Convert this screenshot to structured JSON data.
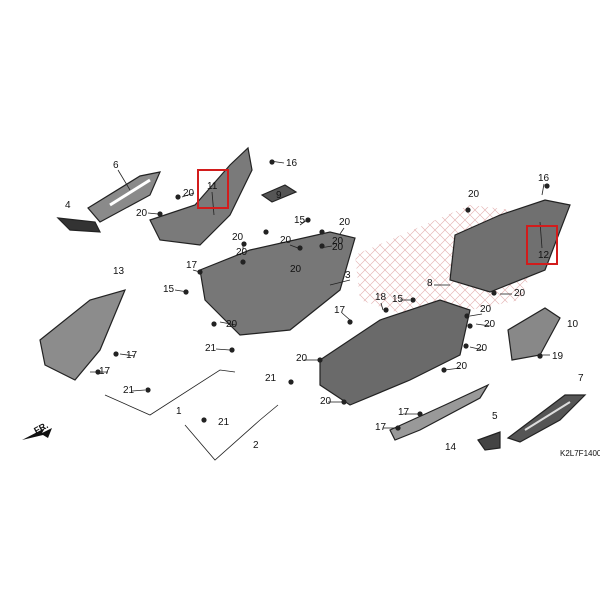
{
  "diagram_code": "K2L7F1400",
  "front_marker": "FR.",
  "highlight_color": "#d21c1c",
  "part_color": "#6e6e6e",
  "callouts": {
    "c1": "1",
    "c2": "2",
    "c3": "3",
    "c4": "4",
    "c5": "5",
    "c6": "6",
    "c7": "7",
    "c8": "8",
    "c9": "9",
    "c10": "10",
    "c11": "11",
    "c12": "12",
    "c13": "13",
    "c14": "14",
    "c15a": "15",
    "c15b": "15",
    "c15c": "15",
    "c16a": "16",
    "c16b": "16",
    "c17a": "17",
    "c17b": "17",
    "c17c": "17",
    "c17d": "17",
    "c17e": "17",
    "c18": "18",
    "c19": "19",
    "c20a": "20",
    "c20b": "20",
    "c20c": "20",
    "c20d": "20",
    "c20e": "20",
    "c20f": "20",
    "c20g": "20",
    "c20h": "20",
    "c20i": "20",
    "c20j": "20",
    "c20k": "20",
    "c20l": "20",
    "c20m": "20",
    "c20n": "20",
    "c20o": "20",
    "c20p": "20",
    "c20q": "20",
    "c21a": "21",
    "c21b": "21",
    "c21c": "21",
    "c21d": "21"
  }
}
